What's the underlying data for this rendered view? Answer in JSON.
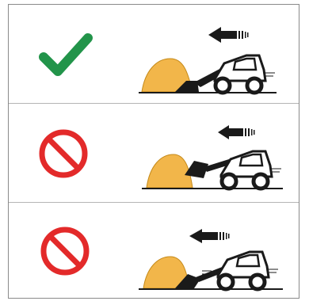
{
  "panels": [
    {
      "status": "correct",
      "status_icon": "checkmark-icon",
      "status_color": "#22944a",
      "scene": "loader-approaching-pile-lowered-bucket"
    },
    {
      "status": "incorrect",
      "status_icon": "prohibited-icon",
      "status_color": "#e32a2a",
      "scene": "loader-approaching-pile-raised-bucket"
    },
    {
      "status": "incorrect",
      "status_icon": "prohibited-icon",
      "status_color": "#e32a2a",
      "scene": "loader-approaching-pile-tilted-bucket"
    }
  ],
  "colors": {
    "pile": "#f2b64a",
    "machine": "#1a1a1a",
    "frame": "#8a8a8a",
    "divider": "#b5b5b5"
  }
}
